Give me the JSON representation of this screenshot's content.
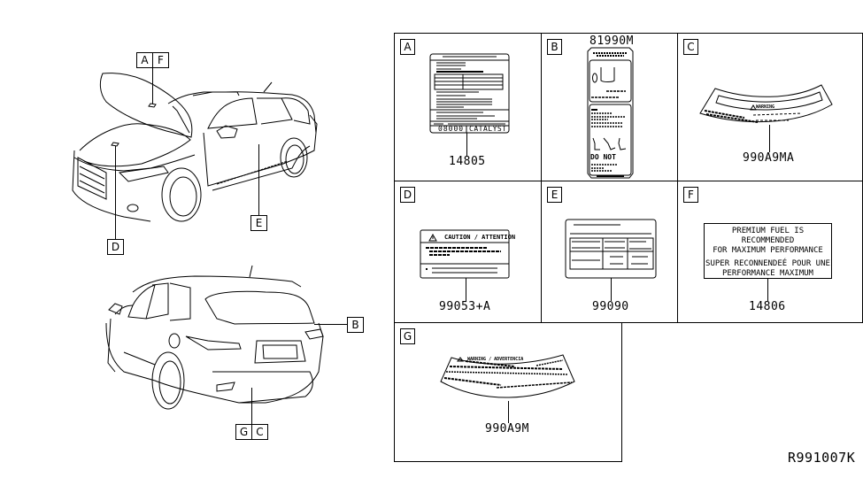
{
  "diagram": {
    "reference_code": "R991007K",
    "vehicle_callouts": {
      "front_view": [
        {
          "letters": [
            "A",
            "F"
          ],
          "location": "hood underside"
        },
        {
          "letters": [
            "D"
          ],
          "location": "hood / engine bay"
        },
        {
          "letters": [
            "E"
          ],
          "location": "driver door jamb"
        }
      ],
      "rear_view": [
        {
          "letters": [
            "B"
          ],
          "location": "rear hatch"
        },
        {
          "letters": [
            "G",
            "C"
          ],
          "location": "rear cargo area"
        }
      ]
    },
    "parts": [
      {
        "letter": "A",
        "part_number": "14805",
        "label_text": [
          "08000",
          "CATALYST"
        ],
        "description": "emission control label"
      },
      {
        "letter": "B",
        "part_number": "81990M",
        "label_text": [
          "DO NOT"
        ],
        "description": "tire / child seat info label"
      },
      {
        "letter": "C",
        "part_number": "990A9MA",
        "label_text": [
          "WARNING"
        ],
        "description": "curved warning label"
      },
      {
        "letter": "D",
        "part_number": "99053+A",
        "label_text": [
          "CAUTION / ATTENTION"
        ],
        "description": "caution label"
      },
      {
        "letter": "E",
        "part_number": "99090",
        "label_text": [],
        "description": "tire placard label"
      },
      {
        "letter": "F",
        "part_number": "14806",
        "label_text": [
          "PREMIUM FUEL IS",
          "RECOMMENDED",
          "FOR MAXIMUM PERFORMANCE",
          "SUPER RECONNENDEÉ POUR UNE",
          "PERFORMANCE MAXIMUM"
        ],
        "description": "premium fuel label"
      },
      {
        "letter": "G",
        "part_number": "990A9M",
        "label_text": [
          "WARNING / ADVERTENCIA"
        ],
        "description": "curved warning label"
      }
    ]
  }
}
